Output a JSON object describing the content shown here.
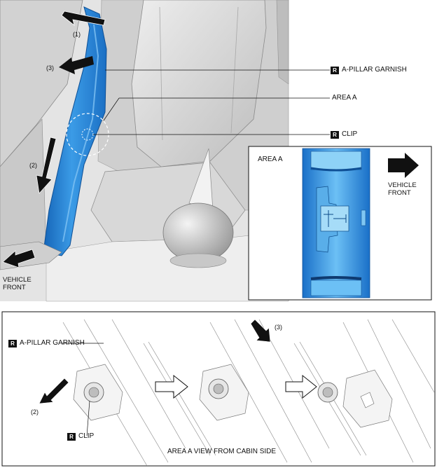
{
  "main": {
    "step1": "(1)",
    "step2": "(2)",
    "step3": "(3)",
    "garnish_label": "A-PILLAR GARNISH",
    "area_label": "AREA A",
    "clip_label": "CLIP",
    "vehicle_front": [
      "VEHICLE",
      "FRONT"
    ],
    "badge": "R"
  },
  "inset": {
    "title": "AREA A",
    "vehicle_front": [
      "VEHICLE",
      "FRONT"
    ]
  },
  "bottom_panel": {
    "garnish_label": "A-PILLAR GARNISH",
    "clip_label": "CLIP",
    "step2": "(2)",
    "step3": "(3)",
    "caption": "AREA A VIEW FROM CABIN SIDE",
    "badge": "R"
  },
  "colors": {
    "garnish_blue": "#2d8ad8",
    "garnish_blue_dark": "#1565b8",
    "seat_gray": "#d9d9d9",
    "line": "#111111"
  }
}
